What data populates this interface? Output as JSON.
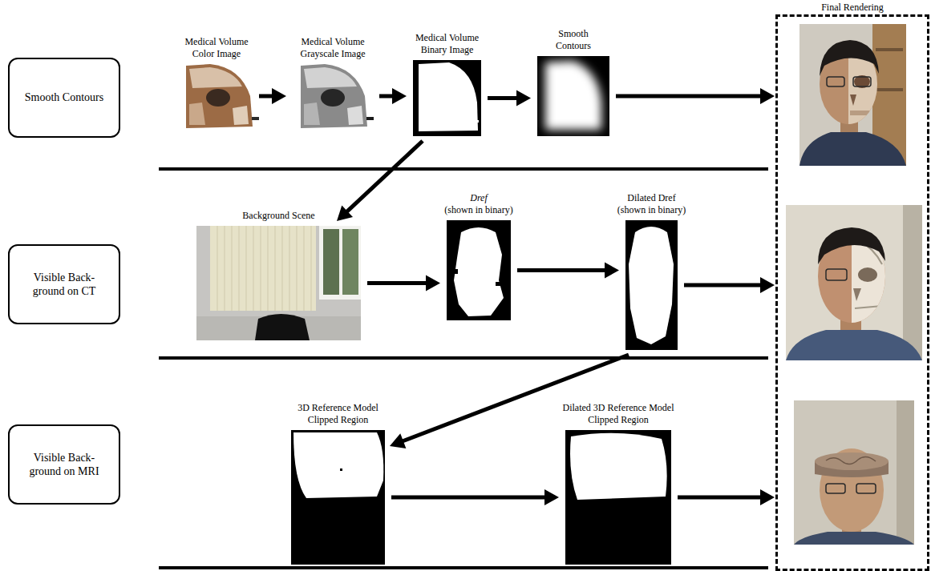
{
  "diagram": {
    "nodes": [
      {
        "text": [
          "Smooth Contours"
        ]
      },
      {
        "text": [
          "Medical Volume Color Image"
        ]
      },
      {
        "text": [
          "Medical Volume Grayscale Image"
        ]
      },
      {
        "text": [
          "Medical Volume Binary Image"
        ]
      },
      {
        "text": [
          "Smooth Contours"
        ]
      },
      {
        "text": [
          "Final Rendering"
        ]
      },
      {
        "text": [
          "Visible Back- ground on CT"
        ]
      },
      {
        "text": [
          "Background Scene"
        ]
      },
      {
        "text": [
          "Dref",
          "(shown in binary)"
        ]
      },
      {
        "text": [
          "Dilated Dref",
          "(shown in binary)"
        ]
      },
      {
        "text": [
          "Visible Back- ground on MRI"
        ]
      },
      {
        "text": [
          "3D Reference Model Clipped Region"
        ]
      },
      {
        "text": [
          "Dilated 3D Reference Model Clipped Region"
        ]
      }
    ],
    "edges": [
      {
        "from": 1,
        "to": 2,
        "arrow": "to"
      },
      {
        "from": 2,
        "to": 3,
        "arrow": "to"
      },
      {
        "from": 3,
        "to": 4,
        "arrow": "to"
      },
      {
        "from": 4,
        "to": 5,
        "arrow": "to"
      },
      {
        "from": 3,
        "to": 7,
        "arrow": "to"
      },
      {
        "from": 7,
        "to": 8,
        "arrow": "to"
      },
      {
        "from": 8,
        "to": 9,
        "arrow": "to"
      },
      {
        "from": 9,
        "to": 5,
        "arrow": "to"
      },
      {
        "from": 9,
        "to": 11,
        "arrow": "to"
      },
      {
        "from": 11,
        "to": 12,
        "arrow": "to"
      },
      {
        "from": 12,
        "to": 5,
        "arrow": "to"
      }
    ]
  }
}
